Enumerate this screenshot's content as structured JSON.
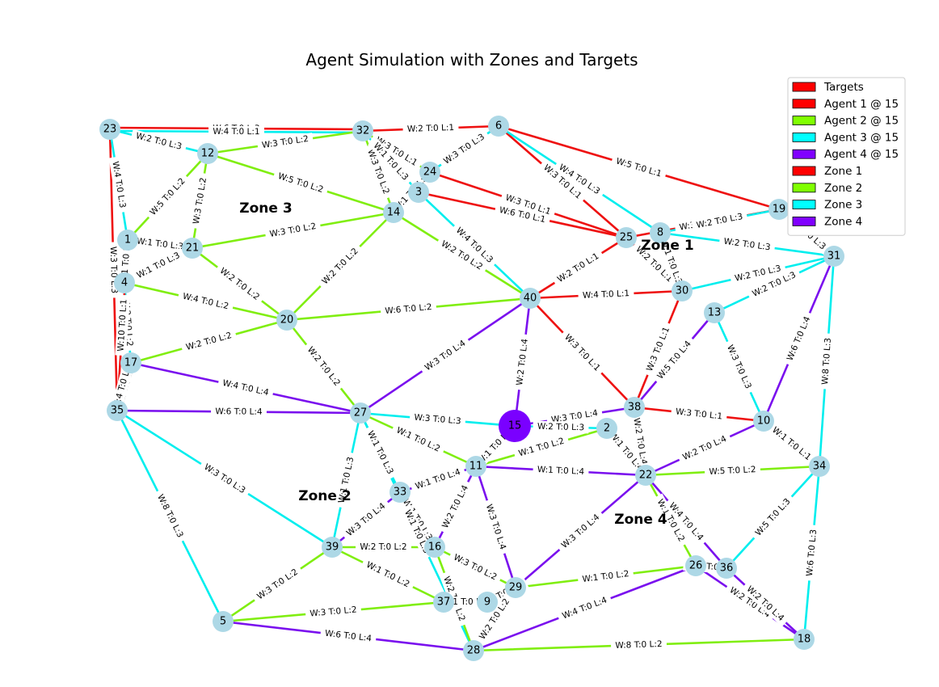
{
  "title": "Agent Simulation with Zones and Targets",
  "legend": [
    {
      "label": "Targets",
      "color": "#ff0000"
    },
    {
      "label": "Agent 1 @ 15",
      "color": "#ff0000"
    },
    {
      "label": "Agent 2 @ 15",
      "color": "#80ff00"
    },
    {
      "label": "Agent 3 @ 15",
      "color": "#00ffff"
    },
    {
      "label": "Agent 4 @ 15",
      "color": "#8000ff"
    },
    {
      "label": "Zone 1",
      "color": "#ff0000"
    },
    {
      "label": "Zone 2",
      "color": "#80ff00"
    },
    {
      "label": "Zone 3",
      "color": "#00ffff"
    },
    {
      "label": "Zone 4",
      "color": "#8000ff"
    }
  ],
  "colors": {
    "red": "#ee1111",
    "green": "#80ee10",
    "cyan": "#00eeee",
    "purple": "#7a10ee",
    "node": "#add8e6",
    "agent": "#7a00ff"
  },
  "nodes": [
    {
      "id": "1"
    },
    {
      "id": "2"
    },
    {
      "id": "3"
    },
    {
      "id": "4"
    },
    {
      "id": "5"
    },
    {
      "id": "6"
    },
    {
      "id": "8"
    },
    {
      "id": "9"
    },
    {
      "id": "10"
    },
    {
      "id": "11"
    },
    {
      "id": "12"
    },
    {
      "id": "13"
    },
    {
      "id": "14"
    },
    {
      "id": "15",
      "agent": true
    },
    {
      "id": "16"
    },
    {
      "id": "17"
    },
    {
      "id": "18"
    },
    {
      "id": "19"
    },
    {
      "id": "20"
    },
    {
      "id": "21"
    },
    {
      "id": "22"
    },
    {
      "id": "23"
    },
    {
      "id": "24"
    },
    {
      "id": "25"
    },
    {
      "id": "26"
    },
    {
      "id": "27"
    },
    {
      "id": "28"
    },
    {
      "id": "29"
    },
    {
      "id": "30"
    },
    {
      "id": "31"
    },
    {
      "id": "32"
    },
    {
      "id": "33"
    },
    {
      "id": "34"
    },
    {
      "id": "35"
    },
    {
      "id": "36"
    },
    {
      "id": "37"
    },
    {
      "id": "38"
    },
    {
      "id": "39"
    },
    {
      "id": "40"
    }
  ],
  "edges": [
    {
      "a": "23",
      "b": "32",
      "color": "red",
      "label": "W:6 T:0 L:3"
    },
    {
      "a": "23",
      "b": "32",
      "color": "cyan",
      "label": "W:4 T:0 L:1"
    },
    {
      "a": "32",
      "b": "6",
      "color": "red",
      "label": "W:2 T:0 L:1"
    },
    {
      "a": "6",
      "b": "19",
      "color": "red",
      "label": "W:5 T:0 L:1"
    },
    {
      "a": "23",
      "b": "12",
      "color": "cyan",
      "label": "W:2 T:0 L:3"
    },
    {
      "a": "12",
      "b": "32",
      "color": "green",
      "label": "W:3 T:0 L:2"
    },
    {
      "a": "23",
      "b": "35",
      "color": "red",
      "label": "W:3 T:0 L:3"
    },
    {
      "a": "23",
      "b": "1",
      "color": "cyan",
      "label": "W:4 T:0 L:3"
    },
    {
      "a": "12",
      "b": "1",
      "color": "green",
      "label": "W:5 T:0 L:2"
    },
    {
      "a": "12",
      "b": "21",
      "color": "green",
      "label": "W:3 T:0 L:2"
    },
    {
      "a": "12",
      "b": "14",
      "color": "green",
      "label": "W:5 T:0 L:2"
    },
    {
      "a": "1",
      "b": "21",
      "color": "cyan",
      "label": "W:1 T:0 L:3"
    },
    {
      "a": "1",
      "b": "4",
      "color": "cyan",
      "label": "W:1 T:0 L:1"
    },
    {
      "a": "4",
      "b": "21",
      "color": "green",
      "label": "W:1 T:0 L:3"
    },
    {
      "a": "21",
      "b": "14",
      "color": "green",
      "label": "W:3 T:0 L:2"
    },
    {
      "a": "21",
      "b": "20",
      "color": "green",
      "label": "W:2 T:0 L:2"
    },
    {
      "a": "4",
      "b": "20",
      "color": "green",
      "label": "W:4 T:0 L:2"
    },
    {
      "a": "4",
      "b": "17",
      "color": "cyan",
      "label": "W:2 T:0 L:2"
    },
    {
      "a": "1",
      "b": "35",
      "color": "red",
      "label": "W:10 T:0 L:1"
    },
    {
      "a": "17",
      "b": "35",
      "color": "red",
      "label": "W:2 T:0 L:1"
    },
    {
      "a": "17",
      "b": "35",
      "color": "cyan",
      "label": "W:4 T:0 L:3"
    },
    {
      "a": "17",
      "b": "20",
      "color": "green",
      "label": "W:2 T:0 L:2"
    },
    {
      "a": "17",
      "b": "27",
      "color": "purple",
      "label": "W:4 T:0 L:4"
    },
    {
      "a": "35",
      "b": "27",
      "color": "purple",
      "label": "W:6 T:0 L:4"
    },
    {
      "a": "35",
      "b": "39",
      "color": "cyan",
      "label": "W:3 T:0 L:3"
    },
    {
      "a": "35",
      "b": "5",
      "color": "cyan",
      "label": "W:8 T:0 L:3"
    },
    {
      "a": "20",
      "b": "14",
      "color": "green",
      "label": "W:2 T:0 L:2"
    },
    {
      "a": "20",
      "b": "40",
      "color": "green",
      "label": "W:6 T:0 L:2"
    },
    {
      "a": "20",
      "b": "27",
      "color": "green",
      "label": "W:2 T:0 L:2"
    },
    {
      "a": "32",
      "b": "14",
      "color": "green",
      "label": "W:3 T:0 L:2"
    },
    {
      "a": "32",
      "b": "24",
      "color": "green",
      "label": "W:3 T:0 L:1"
    },
    {
      "a": "32",
      "b": "3",
      "color": "cyan",
      "label": "W:1 T:0 L:3"
    },
    {
      "a": "6",
      "b": "24",
      "color": "cyan",
      "label": "W:3 T:0 L:3"
    },
    {
      "a": "6",
      "b": "25",
      "color": "red",
      "label": "W:3 T:0 L:1"
    },
    {
      "a": "6",
      "b": "8",
      "color": "cyan",
      "label": "W:4 T:0 L:3"
    },
    {
      "a": "24",
      "b": "25",
      "color": "red",
      "label": "W:3 T:0 L:1"
    },
    {
      "a": "24",
      "b": "14",
      "color": "green",
      "label": "W:1 T:0 L:3"
    },
    {
      "a": "3",
      "b": "25",
      "color": "red",
      "label": "W:6 T:0 L:1"
    },
    {
      "a": "3",
      "b": "40",
      "color": "cyan",
      "label": "W:4 T:0 L:3"
    },
    {
      "a": "14",
      "b": "40",
      "color": "green",
      "label": "W:2 T:0 L:2"
    },
    {
      "a": "25",
      "b": "40",
      "color": "red",
      "label": "W:2 T:0 L:1"
    },
    {
      "a": "25",
      "b": "30",
      "color": "red",
      "label": "W:2 T:0 L:1"
    },
    {
      "a": "25",
      "b": "19",
      "color": "red",
      "label": "W:3 T:0 L:1"
    },
    {
      "a": "8",
      "b": "19",
      "color": "cyan",
      "label": "W:2 T:0 L:3"
    },
    {
      "a": "8",
      "b": "31",
      "color": "cyan",
      "label": "W:2 T:0 L:3"
    },
    {
      "a": "8",
      "b": "30",
      "color": "cyan",
      "label": "W:1 T:0 L:3"
    },
    {
      "a": "19",
      "b": "31",
      "color": "cyan",
      "label": "W:1 T:0 L:3"
    },
    {
      "a": "30",
      "b": "31",
      "color": "cyan",
      "label": "W:2 T:0 L:3"
    },
    {
      "a": "13",
      "b": "31",
      "color": "cyan",
      "label": "W:2 T:0 L:3"
    },
    {
      "a": "40",
      "b": "30",
      "color": "red",
      "label": "W:4 T:0 L:1"
    },
    {
      "a": "40",
      "b": "38",
      "color": "red",
      "label": "W:3 T:0 L:1"
    },
    {
      "a": "40",
      "b": "15",
      "color": "purple",
      "label": "W:2 T:0 L:4"
    },
    {
      "a": "40",
      "b": "27",
      "color": "purple",
      "label": "W:3 T:0 L:4"
    },
    {
      "a": "30",
      "b": "38",
      "color": "red",
      "label": "W:3 T:0 L:1"
    },
    {
      "a": "13",
      "b": "38",
      "color": "purple",
      "label": "W:5 T:0 L:4"
    },
    {
      "a": "13",
      "b": "10",
      "color": "cyan",
      "label": "W:3 T:0 L:3"
    },
    {
      "a": "31",
      "b": "10",
      "color": "purple",
      "label": "W:6 T:0 L:4"
    },
    {
      "a": "31",
      "b": "34",
      "color": "cyan",
      "label": "W:8 T:0 L:3"
    },
    {
      "a": "38",
      "b": "10",
      "color": "red",
      "label": "W:3 T:0 L:1"
    },
    {
      "a": "38",
      "b": "15",
      "color": "purple",
      "label": "W:3 T:0 L:4"
    },
    {
      "a": "38",
      "b": "22",
      "color": "purple",
      "label": "W:2 T:0 L:4"
    },
    {
      "a": "27",
      "b": "15",
      "color": "cyan",
      "label": "W:3 T:0 L:3"
    },
    {
      "a": "15",
      "b": "2",
      "color": "cyan",
      "label": "W:2 T:0 L:3"
    },
    {
      "a": "15",
      "b": "11",
      "color": "green",
      "label": "W:1 T:0 L:2"
    },
    {
      "a": "2",
      "b": "11",
      "color": "green",
      "label": "W:1 T:0 L:2"
    },
    {
      "a": "2",
      "b": "22",
      "color": "purple",
      "label": "W:1 T:0 L:4"
    },
    {
      "a": "27",
      "b": "11",
      "color": "green",
      "label": "W:1 T:0 L:2"
    },
    {
      "a": "27",
      "b": "33",
      "color": "cyan",
      "label": "W:1 T:0 L:3"
    },
    {
      "a": "27",
      "b": "39",
      "color": "cyan",
      "label": "W:1 T:0 L:3"
    },
    {
      "a": "11",
      "b": "22",
      "color": "purple",
      "label": "W:1 T:0 L:4"
    },
    {
      "a": "11",
      "b": "33",
      "color": "purple",
      "label": "W:1 T:0 L:4"
    },
    {
      "a": "11",
      "b": "16",
      "color": "purple",
      "label": "W:2 T:0 L:4"
    },
    {
      "a": "11",
      "b": "29",
      "color": "purple",
      "label": "W:3 T:0 L:4"
    },
    {
      "a": "10",
      "b": "22",
      "color": "purple",
      "label": "W:2 T:0 L:4"
    },
    {
      "a": "10",
      "b": "34",
      "color": "cyan",
      "label": "W:1 T:0 L:1"
    },
    {
      "a": "22",
      "b": "34",
      "color": "green",
      "label": "W:5 T:0 L:2"
    },
    {
      "a": "22",
      "b": "29",
      "color": "purple",
      "label": "W:3 T:0 L:4"
    },
    {
      "a": "22",
      "b": "26",
      "color": "green",
      "label": "W:1 T:0 L:2"
    },
    {
      "a": "22",
      "b": "36",
      "color": "purple",
      "label": "W:4 T:0 L:4"
    },
    {
      "a": "34",
      "b": "36",
      "color": "cyan",
      "label": "W:5 T:0 L:3"
    },
    {
      "a": "34",
      "b": "18",
      "color": "cyan",
      "label": "W:6 T:0 L:3"
    },
    {
      "a": "26",
      "b": "18",
      "color": "purple",
      "label": "W:2 T:0 L:4"
    },
    {
      "a": "36",
      "b": "18",
      "color": "purple",
      "label": "W:2 T:0 L:4"
    },
    {
      "a": "26",
      "b": "36",
      "color": "green",
      "label": "W:2 T:0 L:2"
    },
    {
      "a": "26",
      "b": "29",
      "color": "green",
      "label": "W:1 T:0 L:2"
    },
    {
      "a": "26",
      "b": "28",
      "color": "purple",
      "label": "W:4 T:0 L:4"
    },
    {
      "a": "28",
      "b": "18",
      "color": "green",
      "label": "W:8 T:0 L:2"
    },
    {
      "a": "33",
      "b": "39",
      "color": "purple",
      "label": "W:3 T:0 L:4"
    },
    {
      "a": "33",
      "b": "16",
      "color": "cyan",
      "label": "W:1 T:0 L:3"
    },
    {
      "a": "27",
      "b": "28",
      "color": "cyan",
      "label": "W:1 T:0 L:3"
    },
    {
      "a": "39",
      "b": "16",
      "color": "green",
      "label": "W:2 T:0 L:2"
    },
    {
      "a": "39",
      "b": "37",
      "color": "green",
      "label": "W:1 T:0 L:2"
    },
    {
      "a": "39",
      "b": "5",
      "color": "green",
      "label": "W:3 T:0 L:2"
    },
    {
      "a": "16",
      "b": "29",
      "color": "green",
      "label": "W:3 T:0 L:2"
    },
    {
      "a": "16",
      "b": "28",
      "color": "green",
      "label": "W:2 T:0 L:2"
    },
    {
      "a": "5",
      "b": "37",
      "color": "green",
      "label": "W:3 T:0 L:2"
    },
    {
      "a": "5",
      "b": "28",
      "color": "purple",
      "label": "W:6 T:0 L:4"
    },
    {
      "a": "37",
      "b": "9",
      "color": "green",
      "label": "W:1 T:0 L:2"
    },
    {
      "a": "9",
      "b": "29",
      "color": "green",
      "label": "W:2 T:0 L:2"
    },
    {
      "a": "29",
      "b": "28",
      "color": "green",
      "label": "W:2 T:0 L:2"
    }
  ],
  "zones": [
    {
      "label": "Zone 1"
    },
    {
      "label": "Zone 2"
    },
    {
      "label": "Zone 3"
    },
    {
      "label": "Zone 4"
    }
  ]
}
